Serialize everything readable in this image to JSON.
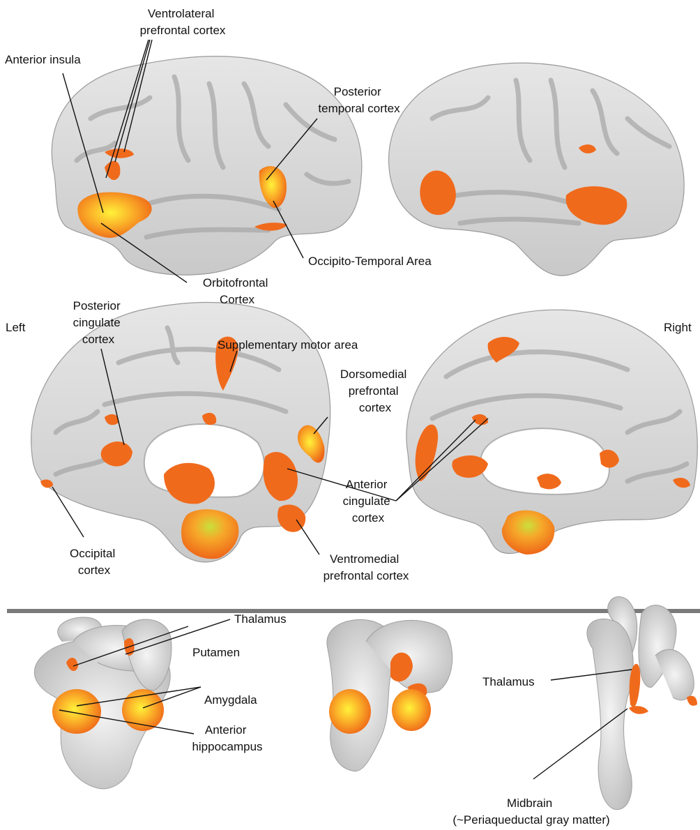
{
  "panels": {
    "lateral": {
      "ventrolateral_prefrontal_cortex": [
        "Ventrolateral",
        "prefrontal cortex"
      ],
      "anterior_insula": "Anterior insula",
      "posterior_temporal_cortex": [
        "Posterior",
        "temporal cortex"
      ],
      "occipito_temporal_area": "Occipito-Temporal Area",
      "orbitofrontal_cortex": [
        "Orbitofrontal",
        "Cortex"
      ]
    },
    "medial": {
      "left": "Left",
      "right": "Right",
      "posterior_cingulate_cortex": [
        "Posterior",
        "cingulate",
        "cortex"
      ],
      "supplementary_motor_area": "Supplementary motor area",
      "dorsomedial_prefrontal_cortex": [
        "Dorsomedial",
        "prefrontal",
        "cortex"
      ],
      "anterior_cingulate_cortex": [
        "Anterior",
        "cingulate",
        "cortex"
      ],
      "occipital_cortex": [
        "Occipital",
        "cortex"
      ],
      "ventromedial_prefrontal_cortex": [
        "Ventromedial",
        "prefrontal cortex"
      ]
    },
    "subcortical": {
      "thalamus_1": "Thalamus",
      "putamen": "Putamen",
      "amygdala": "Amygdala",
      "anterior_hippocampus": [
        "Anterior",
        "hippocampus"
      ],
      "thalamus_2": "Thalamus",
      "midbrain": [
        "Midbrain",
        "(~Periaqueductal gray matter)"
      ]
    }
  },
  "colors": {
    "brain_light": "#dcdcdc",
    "brain_sulcus": "#a9a9a9",
    "activation": "#f06a1c",
    "activation_hot": "#fbb52a",
    "activation_peak": "#d8e23a",
    "divider": "#7a7a7a"
  }
}
